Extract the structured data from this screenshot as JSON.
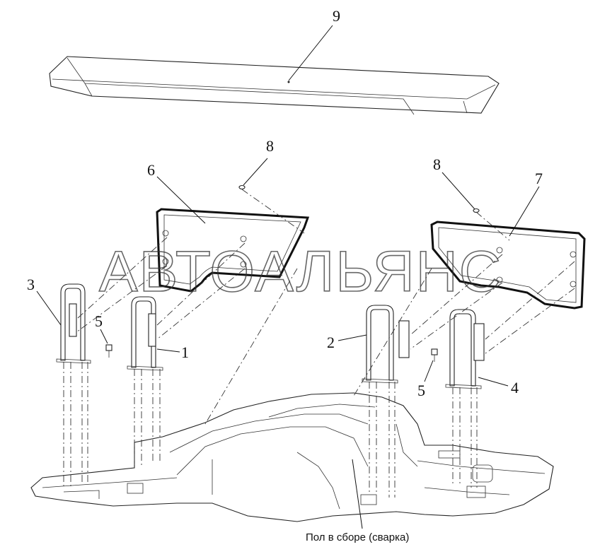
{
  "callouts": [
    {
      "id": "c9",
      "text": "9"
    },
    {
      "id": "c8a",
      "text": "8"
    },
    {
      "id": "c8b",
      "text": "8"
    },
    {
      "id": "c6",
      "text": "6"
    },
    {
      "id": "c7",
      "text": "7"
    },
    {
      "id": "c3",
      "text": "3"
    },
    {
      "id": "c5a",
      "text": "5"
    },
    {
      "id": "c1",
      "text": "1"
    },
    {
      "id": "c2",
      "text": "2"
    },
    {
      "id": "c5b",
      "text": "5"
    },
    {
      "id": "c4",
      "text": "4"
    }
  ],
  "caption": "Пол в сборе (сварка)",
  "watermark": "АВТОАЛЬЯНС"
}
